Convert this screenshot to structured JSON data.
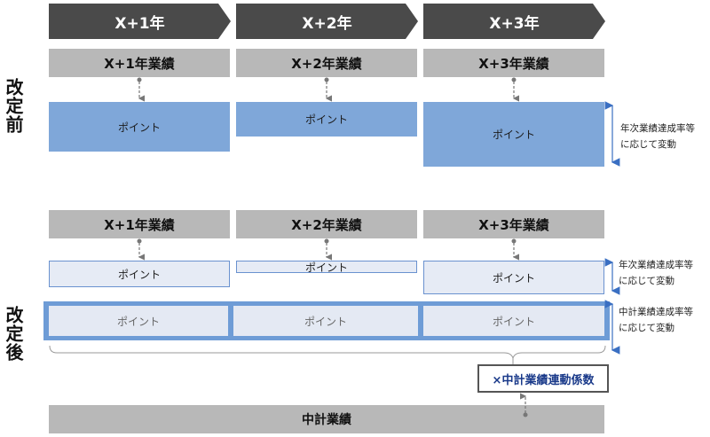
{
  "years": [
    "X+1年",
    "X+2年",
    "X+3年"
  ],
  "section_before": {
    "label": "改定前"
  },
  "section_after": {
    "label": "改定後"
  },
  "before": {
    "performance": [
      "X+1年業績",
      "X+2年業績",
      "X+3年業績"
    ],
    "points": [
      "ポイント",
      "ポイント",
      "ポイント"
    ],
    "note": [
      "年次業績達成率等",
      "に応じて変動"
    ]
  },
  "after": {
    "performance": [
      "X+1年業績",
      "X+2年業績",
      "X+3年業績"
    ],
    "annual_points": [
      "ポイント",
      "ポイント",
      "ポイント"
    ],
    "annual_note": [
      "年次業績達成率等",
      "に応じて変動"
    ],
    "mid_points": [
      "ポイント",
      "ポイント",
      "ポイント"
    ],
    "mid_note": [
      "中計業績達成率等",
      "に応じて変動"
    ],
    "coefficient": "×中計業績連動係数",
    "total": "中計業績"
  },
  "colors": {
    "header": "#4a4a4a",
    "gray_box": "#b8b8b8",
    "point_blue": "#7fa7d9",
    "arrow_blue": "#3a6fc2"
  }
}
